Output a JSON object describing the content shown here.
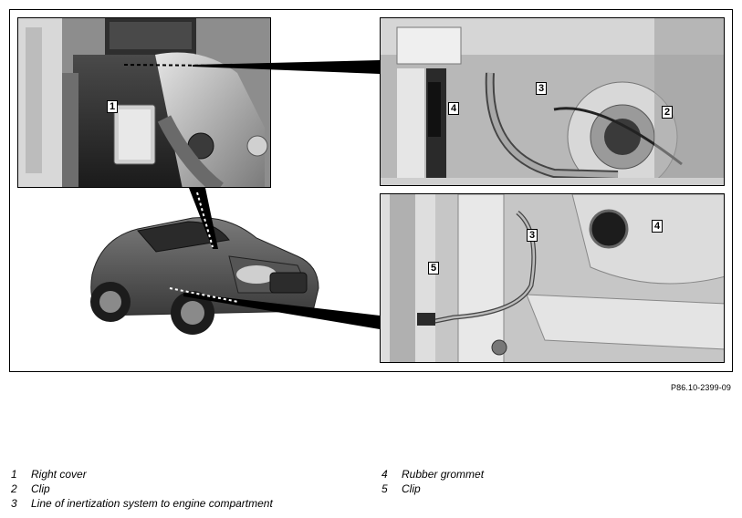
{
  "figure": {
    "code": "P86.10-2399-09",
    "callouts": {
      "p1_1": "1",
      "p2_2": "2",
      "p2_3": "3",
      "p2_4": "4",
      "p3_3": "3",
      "p3_4": "4",
      "p3_5": "5"
    }
  },
  "legend": {
    "items": [
      {
        "num": "1",
        "label": "Right cover"
      },
      {
        "num": "2",
        "label": "Clip"
      },
      {
        "num": "3",
        "label": "Line of inertization system to engine compartment"
      },
      {
        "num": "4",
        "label": "Rubber grommet"
      },
      {
        "num": "5",
        "label": "Clip"
      }
    ]
  }
}
